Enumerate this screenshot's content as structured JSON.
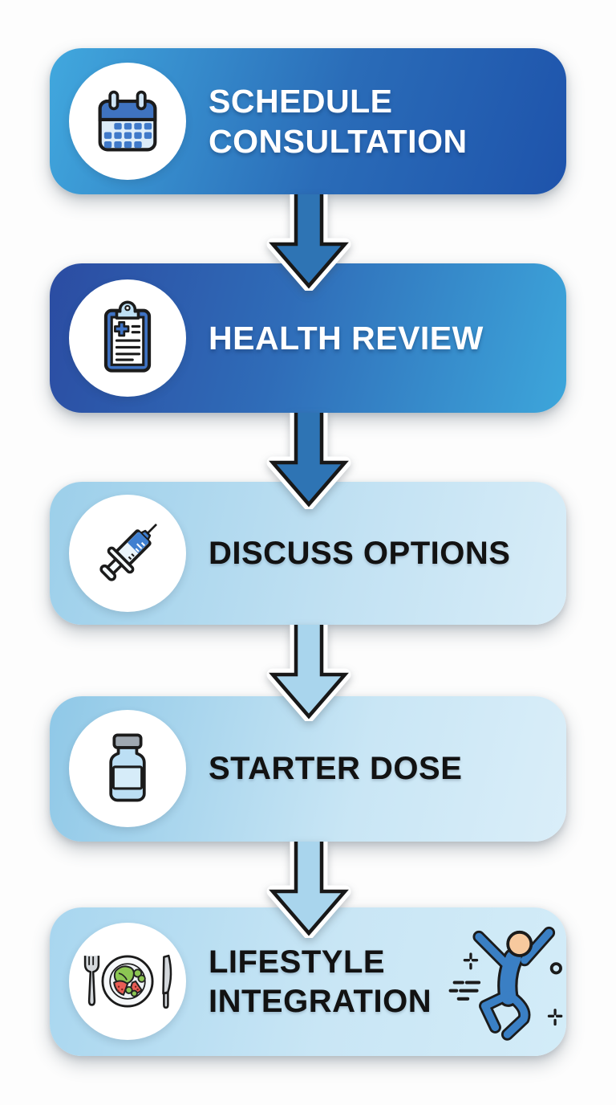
{
  "diagram": {
    "type": "vertical-process-flow",
    "steps": [
      {
        "line1": "SCHEDULE",
        "line2": "CONSULTATION",
        "icon": "calendar-icon"
      },
      {
        "line1": "HEALTH REVIEW",
        "line2": "",
        "icon": "medical-clipboard-icon"
      },
      {
        "line1": "DISCUSS OPTIONS",
        "line2": "",
        "icon": "syringe-icon"
      },
      {
        "line1": "STARTER DOSE",
        "line2": "",
        "icon": "medicine-vial-icon"
      },
      {
        "line1": "LIFESTYLE",
        "line2": "INTEGRATION",
        "icon": "meal-plate-icon",
        "secondary_icon": "jumping-person-icon"
      }
    ],
    "arrow_count": 4,
    "colors": {
      "step1_gradient_start": "#3fa6dc",
      "step1_gradient_end": "#1e53ab",
      "step2_gradient_start": "#2a4ba0",
      "step2_gradient_end": "#3da4da",
      "step3_gradient_start": "#9bcfea",
      "step3_gradient_end": "#d8edf8",
      "step4_gradient_start": "#8cc7e6",
      "step4_gradient_end": "#d9eef9",
      "step5_gradient_start": "#a6d5ee",
      "step5_gradient_end": "#d2ebf8",
      "arrow_dark_blue": "#2e74b4",
      "arrow_light_blue": "#a9d5ed",
      "text_on_dark": "#ffffff",
      "text_on_light": "#121212",
      "background": "#fdfdfd"
    }
  }
}
